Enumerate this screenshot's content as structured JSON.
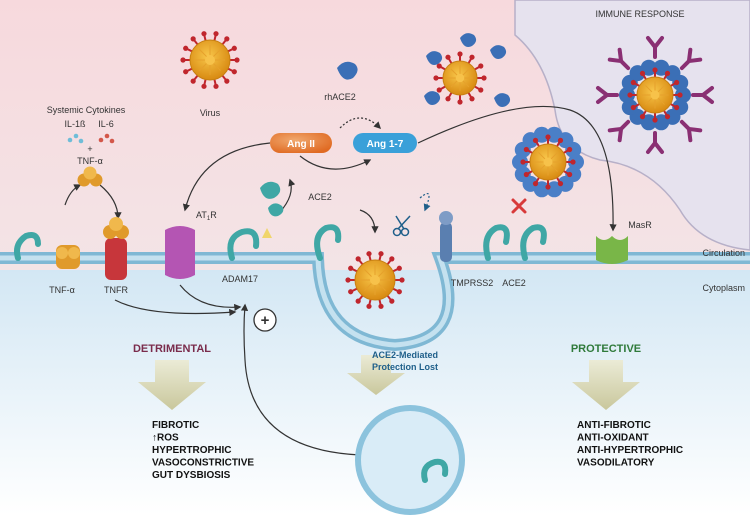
{
  "labels": {
    "immune_response": "IMMUNE RESPONSE",
    "virus": "Virus",
    "rhace2": "rhACE2",
    "ang2": "Ang II",
    "ang17": "Ang 1-7",
    "systemic_cytokines": "Systemic Cytokines",
    "il1b": "IL-1ß",
    "il6": "IL-6",
    "plus": "+",
    "tnfa_top": "TNF-α",
    "at1r_main": "AT",
    "at1r_sub": "1",
    "at1r_end": "R",
    "ace2_left": "ACE2",
    "ace2_right": "ACE2",
    "tmprss2": "TMPRSS2",
    "masr": "MasR",
    "circulation": "Circulation",
    "cytoplasm": "Cytoplasm",
    "tnfa_bottom": "TNF-α",
    "tnfr": "TNFR",
    "adam17": "ADAM17",
    "circle_plus": "+",
    "detrimental": "DETRIMENTAL",
    "protective": "PROTECTIVE",
    "ace2_lost_line1": "ACE2-Mediated",
    "ace2_lost_line2": "Protection Lost"
  },
  "detrimental_effects": [
    "FIBROTIC",
    "ROS",
    "HYPERTROPHIC",
    "VASOCONSTRICTIVE",
    "GUT DYSBIOSIS"
  ],
  "protective_effects": [
    "ANTI-FIBROTIC",
    "ANTI-OXIDANT",
    "ANTI-HYPERTROPHIC",
    "VASODILATORY"
  ],
  "colors": {
    "circulation_bg": "#f6d6da",
    "cytoplasm_bg": "#dcecf6",
    "membrane": "#8cc3dd",
    "ang2_fill": "#e8732c",
    "ang17_fill": "#3aa0d9",
    "virus_core": "#f2a81d",
    "virus_spike": "#c0262d",
    "ace2_teal": "#3fa7a5",
    "antibody": "#8a2f73",
    "immune_cell": "#e9e6f0",
    "masr": "#79b648",
    "at1r": "#b455b3",
    "tnfr": "#c7363b",
    "arrow_fill": "#d9d8b4",
    "detrimental": "#7a2c4c",
    "protective": "#2f7a3a"
  }
}
